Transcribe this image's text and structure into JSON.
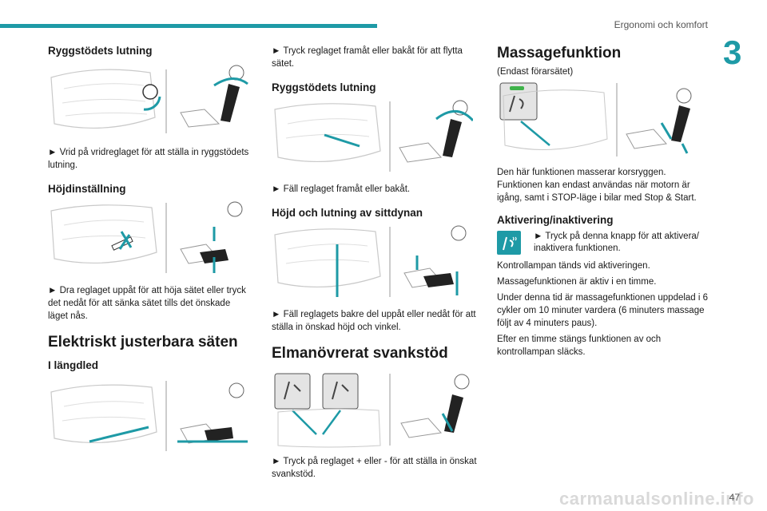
{
  "header": {
    "title": "Ergonomi och komfort",
    "chapter": "3",
    "page": "47"
  },
  "watermark": "carmanualsonline.info",
  "col1": {
    "s1_title": "Ryggstödets lutning",
    "s1_text": "► Vrid på vridreglaget för att ställa in ryggstödets lutning.",
    "s2_title": "Höjdinställning",
    "s2_text": "► Dra reglaget uppåt för att höja sätet eller tryck det nedåt för att sänka sätet tills det önskade läget nås.",
    "s3_title": "Elektriskt justerbara säten",
    "s4_title": "I längdled"
  },
  "col2": {
    "s1_text": "► Tryck reglaget framåt eller bakåt för att flytta sätet.",
    "s2_title": "Ryggstödets lutning",
    "s2_text": "► Fäll reglaget framåt eller bakåt.",
    "s3_title": "Höjd och lutning av sittdynan",
    "s3_text": "► Fäll reglagets bakre del uppåt eller nedåt för att ställa in önskad höjd och vinkel.",
    "s4_title": "Elmanövrerat svankstöd",
    "s4_text": "► Tryck på reglaget + eller - för att ställa in önskat svankstöd."
  },
  "col3": {
    "title": "Massagefunktion",
    "subtitle": "(Endast förarsätet)",
    "p1": "Den här funktionen masserar korsryggen. Funktionen kan endast användas när motorn är igång, samt i STOP-läge i bilar med Stop & Start.",
    "s2_title": "Aktivering/inaktivering",
    "s2_act": "► Tryck på denna knapp för att aktivera/ inaktivera funktionen.",
    "p2": "Kontrollampan tänds vid aktiveringen.",
    "p3": "Massagefunktionen är aktiv i en timme.",
    "p4": "Under denna tid är massagefunktionen uppdelad i 6 cykler om 10 minuter vardera (6 minuters massage följt av 4 minuters paus).",
    "p5": "Efter en timme stängs funktionen av och kontrollampan släcks."
  },
  "colors": {
    "accent": "#1e9aa6",
    "text": "#1a1a1a"
  }
}
